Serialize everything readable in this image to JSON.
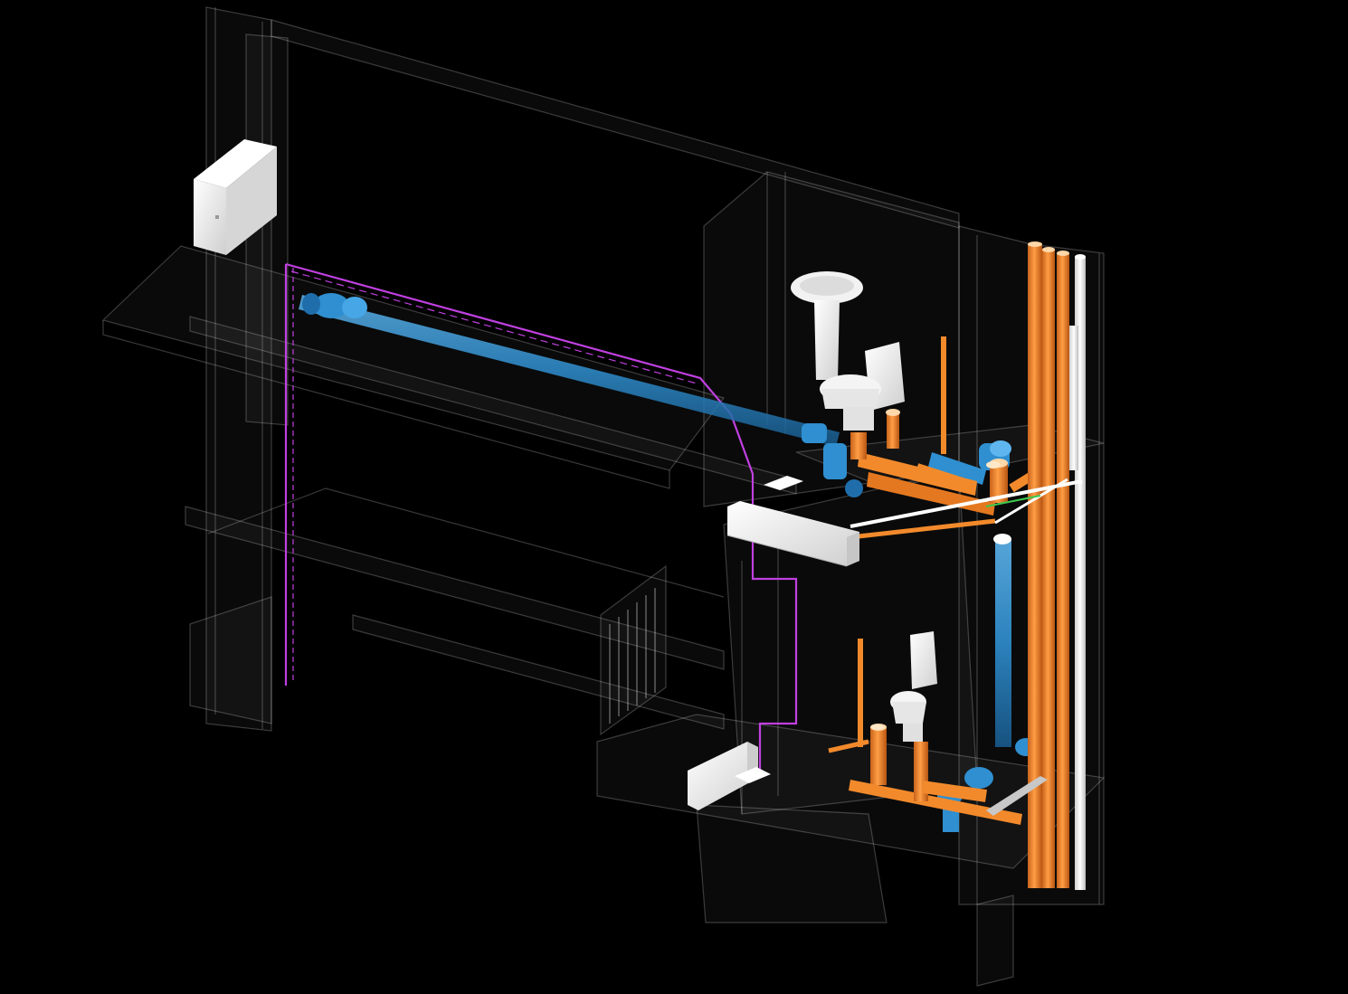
{
  "scene": {
    "background": "#000000",
    "colors": {
      "glass_line": "#ffffff",
      "supply_pipe": "#2f8fd0",
      "drain_pipe": "#f28a2c",
      "condensate_line": "#c040e0",
      "fixture_white": "#f2f2f2",
      "pipe_white": "#ffffff",
      "grate_silver": "#c8c8c8",
      "green_marker": "#3cc850"
    },
    "components": [
      {
        "name": "outdoor-ac-unit",
        "icon": "outdoor-unit-icon"
      },
      {
        "name": "indoor-ac-unit-upper",
        "icon": "wall-split-unit-icon"
      },
      {
        "name": "indoor-ac-unit-lower",
        "icon": "wall-split-unit-icon"
      },
      {
        "name": "washbasin-upper",
        "icon": "washbasin-icon"
      },
      {
        "name": "toilet-upper",
        "icon": "toilet-icon"
      },
      {
        "name": "toilet-lower",
        "icon": "toilet-icon"
      },
      {
        "name": "drain-risers",
        "icon": "vertical-pipe-icon"
      },
      {
        "name": "refrigerant-condensate-line",
        "icon": "dashed-line-icon"
      },
      {
        "name": "blue-supply-pipe",
        "icon": "horizontal-pipe-icon"
      },
      {
        "name": "floor-drain-grate",
        "icon": "grate-icon"
      }
    ]
  }
}
